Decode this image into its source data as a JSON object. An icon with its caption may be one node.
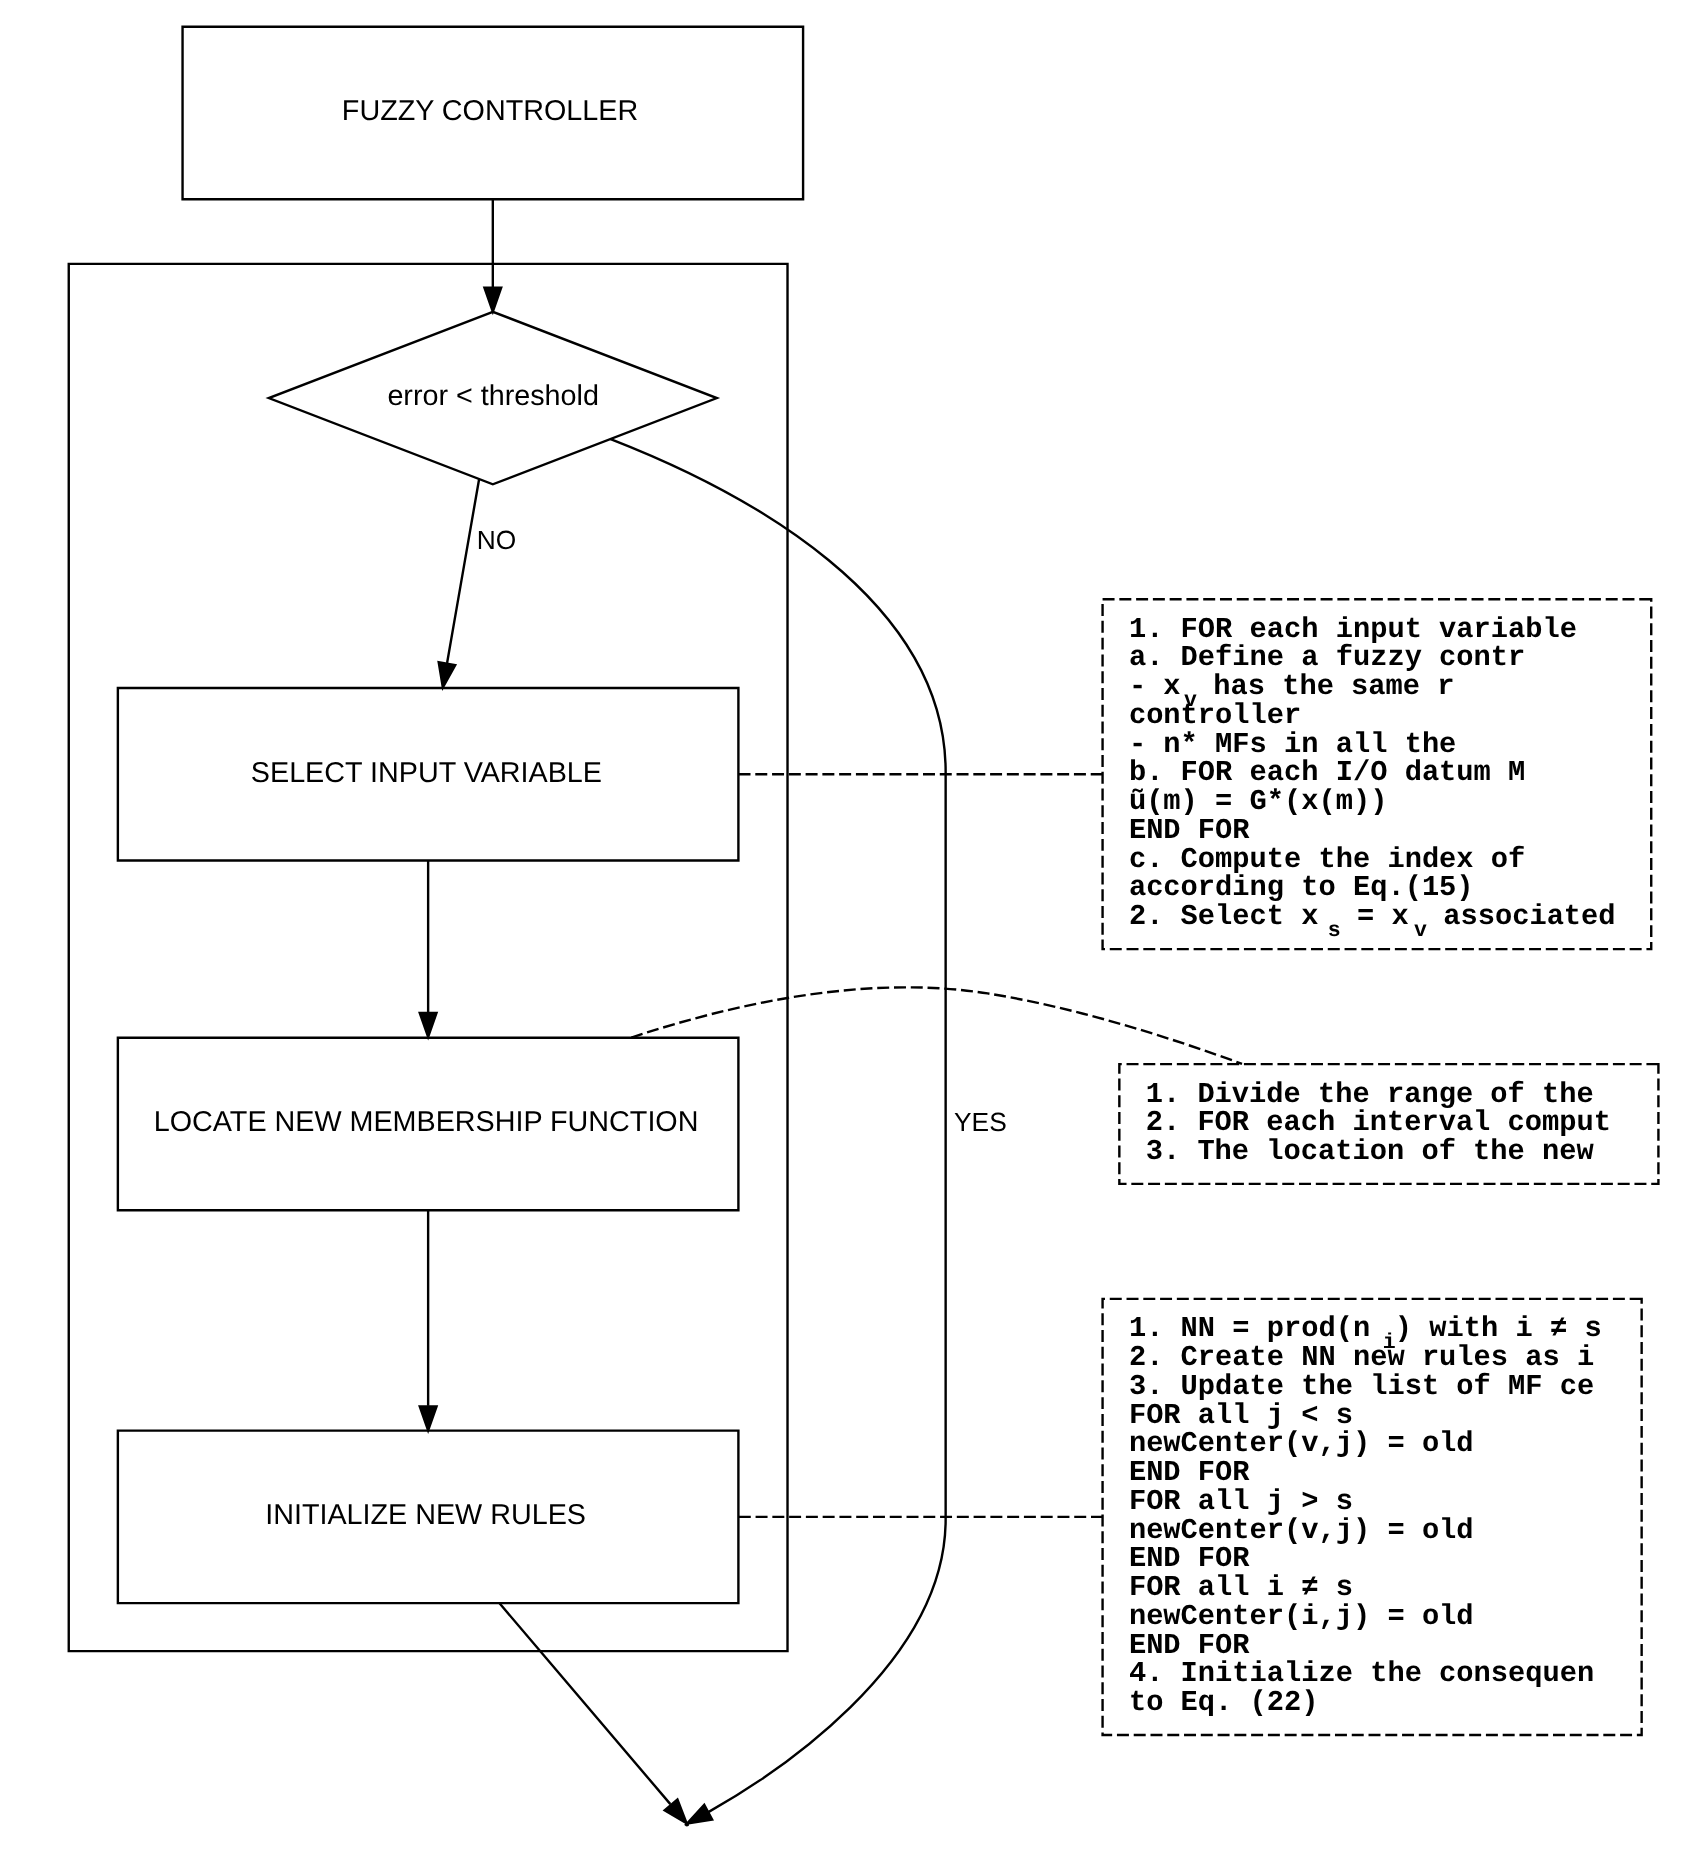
{
  "diagram": {
    "nodes": [
      {
        "text": [
          "FUZZY CONTROLLER"
        ]
      },
      {
        "text": [],
        "shape": "box"
      },
      {
        "text": [
          "error < threshold"
        ],
        "in": 1
      },
      {
        "text": [
          "SELECT INPUT VARIABLE"
        ],
        "in": 1
      },
      {
        "text": [
          "LOCATE NEW MEMBERSHIP FUNCTION"
        ],
        "in": 1
      },
      {
        "text": [
          "INITIALIZE NEW RULES"
        ],
        "in": 1
      },
      {
        "text": [
          "1. FOR each input variable",
          "a. Define a fuzzy contr",
          "- x$_{v}$ has the same r",
          "controller",
          "- n* MFs in all the",
          "b. FOR each I/O datum M",
          "ũ(m) = G*(x(m))",
          "END FOR",
          "c. Compute the index of",
          "according to Eq.(15)",
          "2. Select x$_{s}$ = x$_{v}$ associated"
        ]
      },
      {
        "text": [
          "1. Divide the range of the",
          "2. FOR each interval comput",
          "3. The location of the new"
        ]
      },
      {
        "text": [
          "1. NN = prod(n$_{i}$) with i ≠ s",
          "2. Create NN new rules as i",
          "3. Update the list of MF ce",
          "FOR all j < s",
          "newCenter(v,j) = old",
          "END FOR",
          "FOR all j > s",
          "newCenter(v,j) = old",
          "END FOR",
          "FOR all i ≠ s",
          "newCenter(i,j) = old",
          "END FOR",
          "4. Initialize the consequen",
          "to Eq. (22)"
        ]
      }
    ],
    "edges": [
      {
        "from": 0,
        "to": 2,
        "arrow": "to"
      },
      {
        "from": 2,
        "to": 3,
        "arrow": "to",
        "label": "NO"
      },
      {
        "from": 3,
        "to": 4,
        "arrow": "to"
      },
      {
        "from": 4,
        "to": 5,
        "arrow": "to"
      },
      {
        "from": 2,
        "to": null,
        "arrow": "to",
        "label": "YES"
      },
      {
        "from": 5,
        "to": null,
        "arrow": "to"
      },
      {
        "from": 3,
        "to": 6,
        "arrow": "none",
        "style": "dashed"
      },
      {
        "from": 4,
        "to": 7,
        "arrow": "none",
        "style": "dashed"
      },
      {
        "from": 5,
        "to": 8,
        "arrow": "none",
        "style": "dashed"
      }
    ]
  }
}
